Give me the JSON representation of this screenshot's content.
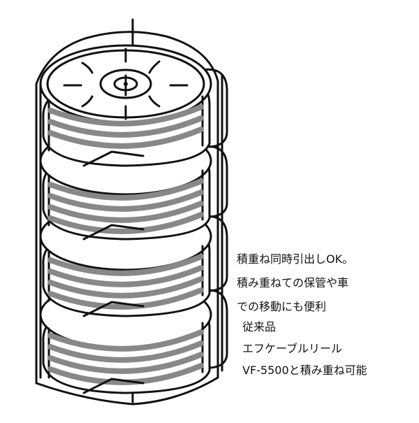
{
  "caption": {
    "lines": [
      "積重ね同時引出しOK。",
      "積み重ねての保管や車",
      "での移動にも便利"
    ]
  },
  "note": {
    "lines": [
      "従来品",
      "エフケーブルリール",
      "VF-5500と積み重ね可能"
    ]
  },
  "illustration": {
    "subject": "stacked cable reels in wire frame",
    "reel_count": 4,
    "line_color": "#111111",
    "fill_color": "#ffffff",
    "cable_shade": "#c8c8c8"
  }
}
